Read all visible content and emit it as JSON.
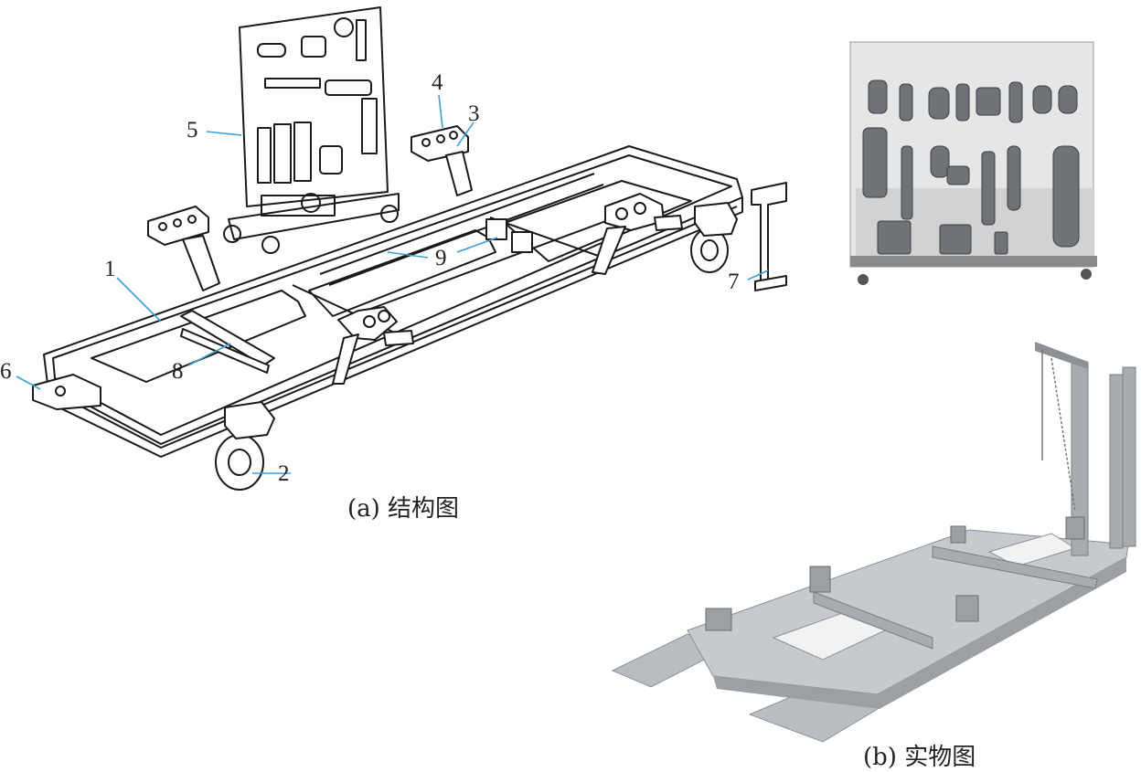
{
  "captions": {
    "structure": "(a) 结构图",
    "photo": "(b) 实物图"
  },
  "callouts": {
    "c1": "1",
    "c2": "2",
    "c3": "3",
    "c4": "4",
    "c5": "5",
    "c6": "6",
    "c7": "7",
    "c8": "8",
    "c9": "9"
  },
  "colors": {
    "line": "#1a1a1a",
    "leader": "#3aa0d8",
    "photo_bg": "#e6e6e6",
    "metal": "#b9bcc0"
  }
}
